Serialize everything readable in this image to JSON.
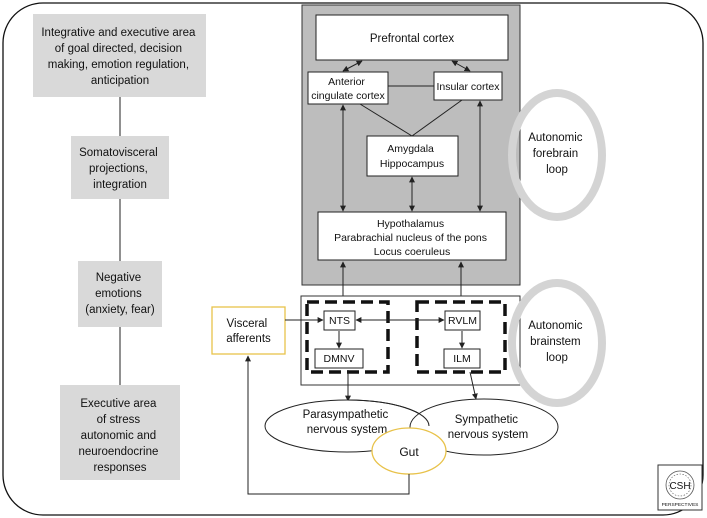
{
  "left_column": [
    {
      "lines": [
        "Integrative and executive area",
        "of goal directed, decision",
        "making, emotion regulation,",
        "anticipation"
      ]
    },
    {
      "lines": [
        "Somatovisceral",
        "projections,",
        "integration"
      ]
    },
    {
      "lines": [
        "Negative",
        "emotions",
        "(anxiety, fear)"
      ]
    },
    {
      "lines": [
        "Executive area",
        "of stress",
        "autonomic and",
        "neuroendocrine",
        "responses"
      ]
    }
  ],
  "forebrain": {
    "prefrontal": "Prefrontal cortex",
    "acc": [
      "Anterior",
      "cingulate cortex"
    ],
    "insular": "Insular cortex",
    "amygdala": [
      "Amygdala",
      "Hippocampus"
    ],
    "hypothalamus": [
      "Hypothalamus",
      "Parabrachial nucleus of the pons",
      "Locus coeruleus"
    ],
    "loop": [
      "Autonomic",
      "forebrain",
      "loop"
    ]
  },
  "brainstem": {
    "nts": "NTS",
    "rvlm": "RVLM",
    "dmnv": "DMNV",
    "ilm": "ILM",
    "loop": [
      "Autonomic",
      "brainstem",
      "loop"
    ]
  },
  "visceral": [
    "Visceral",
    "afferents"
  ],
  "parasympathetic": [
    "Parasympathetic",
    "nervous system"
  ],
  "sympathetic": [
    "Sympathetic",
    "nervous system"
  ],
  "gut": "Gut",
  "logo": {
    "main": "CSH",
    "sub": "PERSPECTIVES"
  },
  "colors": {
    "panel_gray": "#bdbdbd",
    "box_gray": "#d9d9d9",
    "gut_outline": "#e8c24a",
    "ring": "#d4d4d4"
  }
}
